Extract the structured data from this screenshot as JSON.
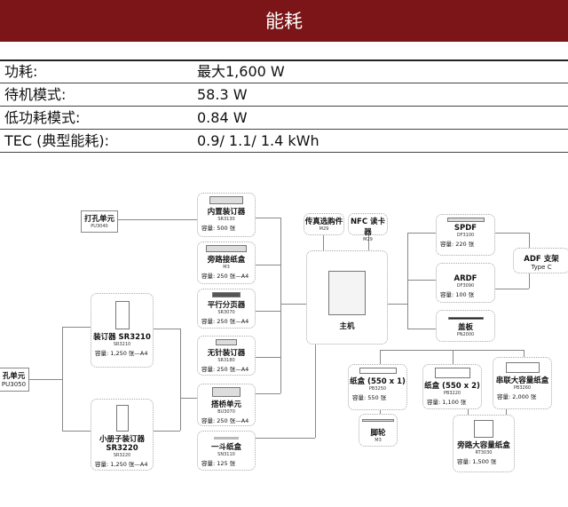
{
  "header": {
    "title": "能耗"
  },
  "specs": [
    {
      "label": "功耗:",
      "value": "最大1,600 W"
    },
    {
      "label": "待机模式:",
      "value": "58.3 W"
    },
    {
      "label": "低功耗模式:",
      "value": "0.84 W"
    },
    {
      "label": "TEC (典型能耗):",
      "value": "0.9/ 1.1/ 1.4 kWh"
    }
  ],
  "diagram": {
    "punch1": {
      "name": "打孔单元",
      "model": "PU3040"
    },
    "punch2": {
      "name": "孔单元",
      "model": "PU3050"
    },
    "internal": {
      "name": "内置装订器",
      "model": "SR3130",
      "cap": "容量: 500 张"
    },
    "bypass_tray": {
      "name": "旁路接纸盒",
      "model": "M3",
      "cap": "容量: 250 张—A4"
    },
    "shift": {
      "name": "平行分页器",
      "model": "SR3070",
      "cap": "容量: 250 张—A4"
    },
    "stapleless": {
      "name": "无针装订器",
      "model": "SR3180",
      "cap": "容量: 250 张—A4"
    },
    "bridge": {
      "name": "搭桥单元",
      "model": "BU3070",
      "cap": "容量: 250 张—A4"
    },
    "onebin": {
      "name": "一斗纸盒",
      "model": "SN3110",
      "cap": "容量: 125 张"
    },
    "finisher": {
      "name": "装订器 SR3210",
      "model": "SR3210",
      "cap": "容量: 1,250 张—A4"
    },
    "booklet": {
      "name": "小册子装订器",
      "name2": "SR3220",
      "model": "SR3220",
      "cap": "容量: 1,250 张—A4"
    },
    "fax": {
      "name": "传真选购件",
      "model": "M29"
    },
    "nfc": {
      "name": "NFC 读卡器",
      "model": "M29"
    },
    "main": {
      "name": "主机"
    },
    "spdf": {
      "name": "SPDF",
      "model": "DF3100",
      "cap": "容量: 220 张"
    },
    "ardf": {
      "name": "ARDF",
      "model": "DF3090",
      "cap": "容量: 100 张"
    },
    "cover": {
      "name": "盖板",
      "model": "PN2000"
    },
    "adf": {
      "name": "ADF 支架",
      "model": "Type C"
    },
    "tray1": {
      "name": "纸盒 (550 x 1)",
      "model": "PB3250",
      "cap": "容量: 550 张"
    },
    "caster": {
      "name": "脚轮",
      "model": "M3"
    },
    "tray2": {
      "name": "纸盒 (550 x 2)",
      "model": "PB3220",
      "cap": "容量: 1,100 张"
    },
    "tandem": {
      "name": "串联大容量纸盒",
      "model": "PB3260",
      "cap": "容量: 2,000 张"
    },
    "lct": {
      "name": "旁路大容量纸盒",
      "model": "RT3030",
      "cap": "容量: 1,500 张"
    }
  }
}
